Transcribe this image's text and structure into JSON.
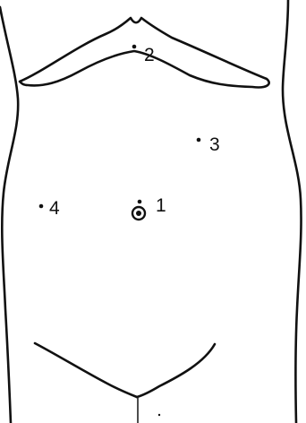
{
  "colors": {
    "line": "#111111",
    "background": "#ffffff"
  },
  "points": [
    {
      "label": "1"
    },
    {
      "label": "2"
    },
    {
      "label": "3"
    },
    {
      "label": "4"
    }
  ]
}
